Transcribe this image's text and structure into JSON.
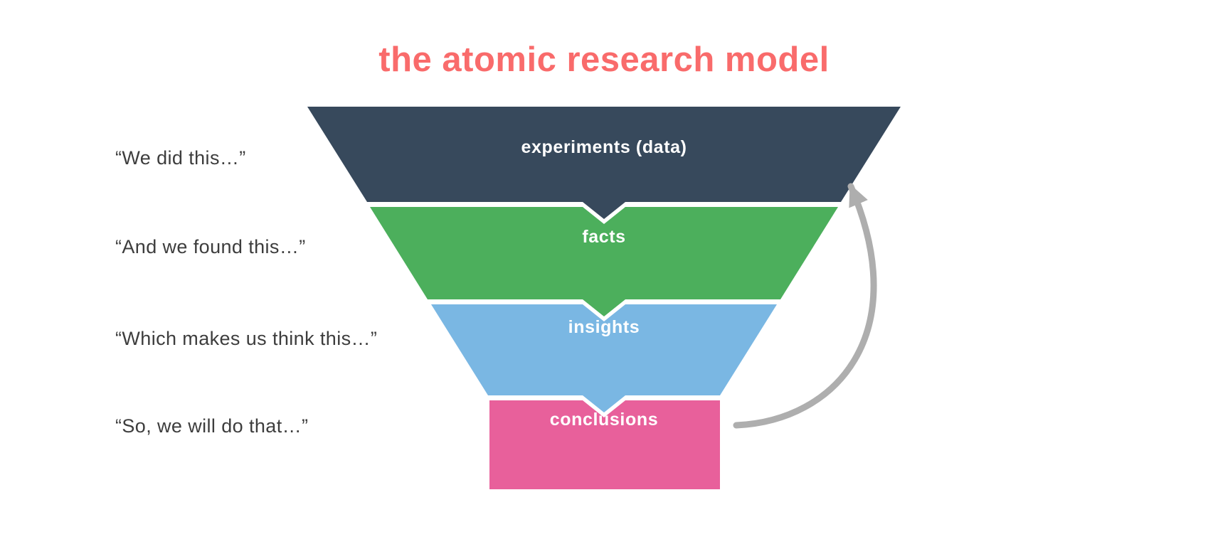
{
  "title": "the atomic research model",
  "colors": {
    "title": "#f96b6b",
    "experiments_layer": "#37495c",
    "facts_layer": "#4caf5c",
    "insights_layer": "#7ab7e3",
    "conclusions_layer": "#e8609b",
    "arrow": "#aeaeae",
    "quote_text": "#3d3d3d"
  },
  "quotes": [
    {
      "label": "“We did this…”"
    },
    {
      "label": "“And we found this…”"
    },
    {
      "label": "“Which makes us think this…”"
    },
    {
      "label": "“So, we will do that…”"
    }
  ],
  "layers": [
    {
      "label": "experiments (data)"
    },
    {
      "label": "facts"
    },
    {
      "label": "insights"
    },
    {
      "label": "conclusions"
    }
  ]
}
